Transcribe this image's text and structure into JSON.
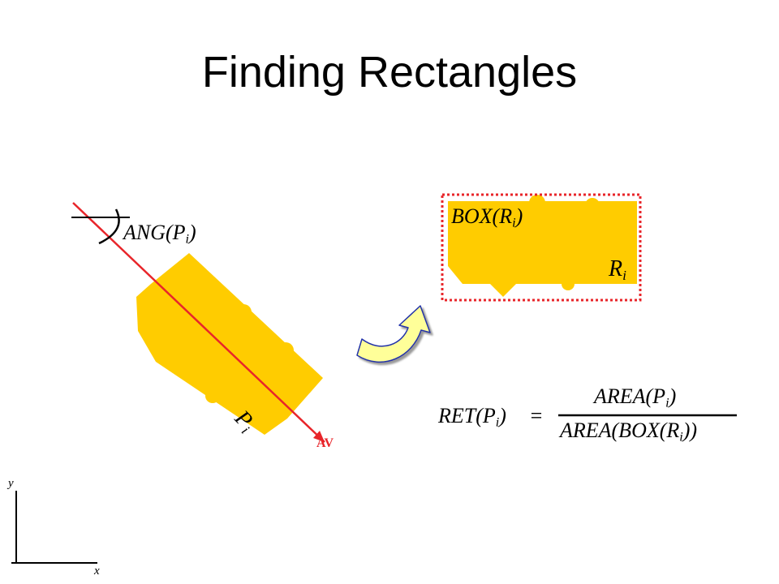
{
  "title": "Finding Rectangles",
  "labels": {
    "ang": {
      "main": "ANG(P",
      "sub": "i",
      "close": ")"
    },
    "p": {
      "main": "P",
      "sub": "i"
    },
    "av": "AV",
    "box": {
      "main": "BOX(R",
      "sub": "i",
      "close": ")"
    },
    "r": {
      "main": "R",
      "sub": "i"
    },
    "formula": {
      "lhs_main": "RET(P",
      "lhs_sub": "i",
      "lhs_close": ")",
      "equals": "=",
      "num_main": "AREA(P",
      "num_sub": "i",
      "num_close": ")",
      "den_main": "AREA(BOX(R",
      "den_sub": "i",
      "den_close": "))"
    },
    "axis_x": "x",
    "axis_y": "y"
  },
  "colors": {
    "shape_fill": "#ffcc00",
    "av_line": "#e8252a",
    "box_border": "#e8252a",
    "arrow_fill": "#ffff99",
    "arrow_stroke": "#2233aa"
  },
  "icons": {
    "rotate_arrow": "curved-arrow-icon"
  }
}
